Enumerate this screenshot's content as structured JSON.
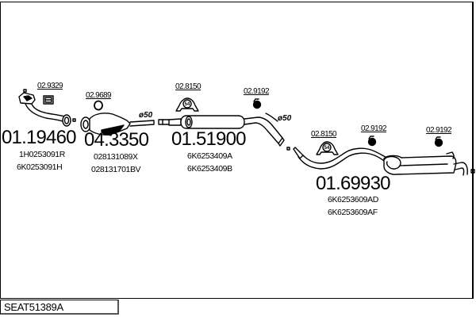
{
  "diagram_code": "SEAT51389A",
  "parts": [
    {
      "part_number": "01.19460",
      "oem_refs": [
        "1H0253091R",
        "6K0253091H"
      ],
      "name": "front-pipe"
    },
    {
      "part_number": "04.3350",
      "oem_refs": [
        "028131089X",
        "028131701BV"
      ],
      "name": "catalytic-converter"
    },
    {
      "part_number": "01.51900",
      "oem_refs": [
        "6K6253409A",
        "6K6253409B"
      ],
      "name": "middle-silencer"
    },
    {
      "part_number": "01.69930",
      "oem_refs": [
        "6K6253609AD",
        "6K6253609AF"
      ],
      "name": "rear-silencer"
    }
  ],
  "accessories": [
    {
      "code": "02.9329",
      "type": "gasket"
    },
    {
      "code": "02.9689",
      "type": "ring"
    },
    {
      "code": "02.8150",
      "type": "mount",
      "size": "54"
    },
    {
      "code": "02.9192",
      "type": "rubber-hanger"
    },
    {
      "code": "02.8150",
      "type": "mount",
      "size": "54"
    },
    {
      "code": "02.9192",
      "type": "rubber-hanger"
    },
    {
      "code": "02.9192",
      "type": "rubber-hanger"
    }
  ],
  "diameters": [
    "ø50",
    "ø50"
  ]
}
